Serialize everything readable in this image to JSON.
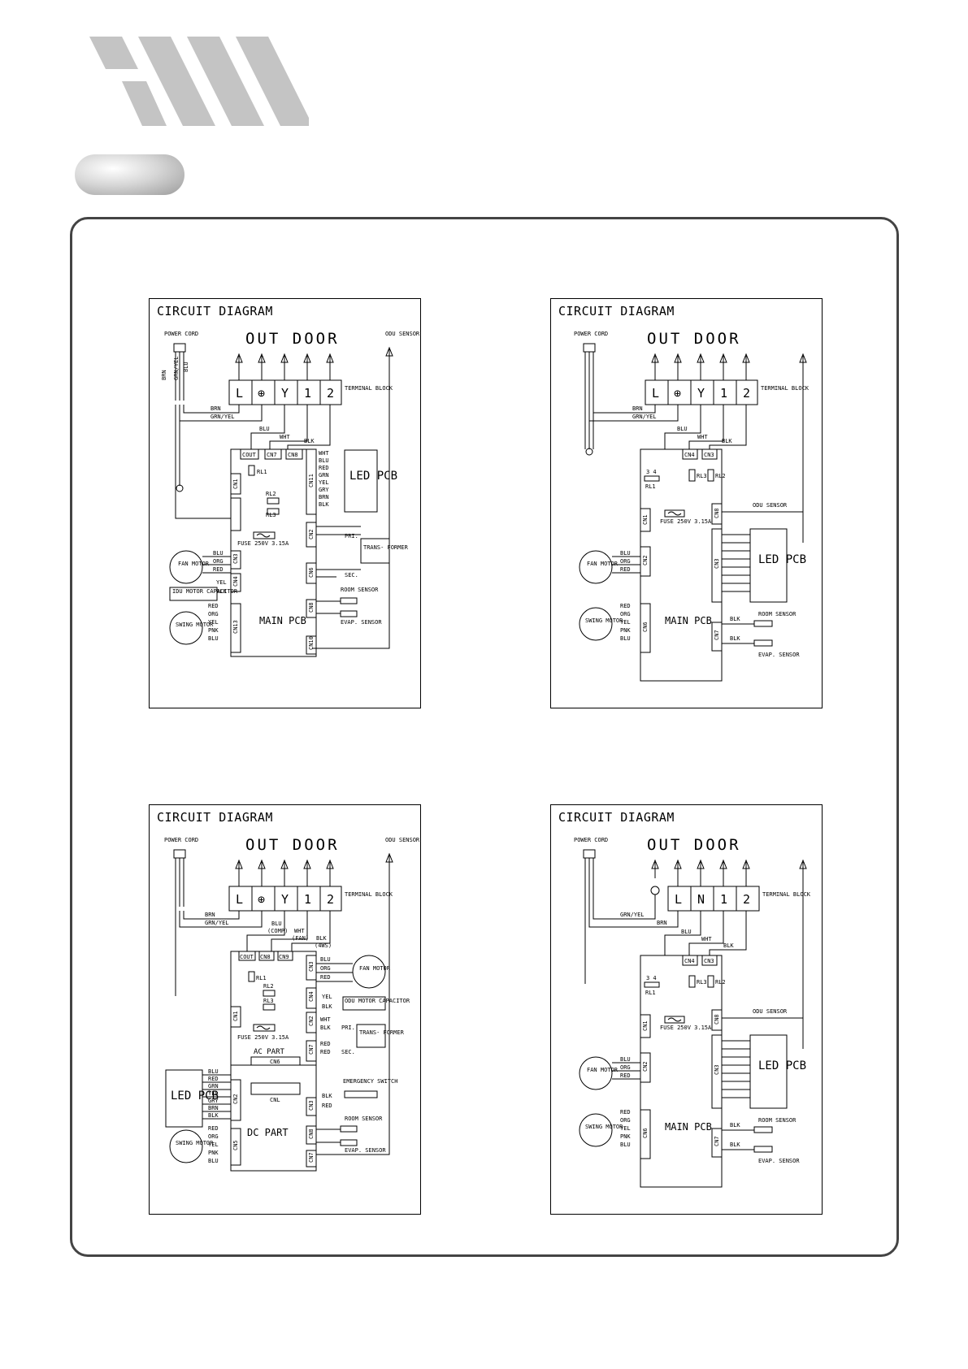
{
  "page": {
    "footer": ""
  },
  "diagrams": [
    {
      "title": "CIRCUIT DIAGRAM",
      "outdoor": "OUT DOOR",
      "power_cord": "POWER CORD",
      "odu_sensor": "ODU SENSOR",
      "terminals": [
        "L",
        "⊕",
        "Y",
        "1",
        "2"
      ],
      "terminal_block": "TERMINAL BLOCK",
      "wires": [
        "BRN",
        "GRN/YEL",
        "BLU",
        "WHT",
        "BLK"
      ],
      "connectors": [
        "COUT",
        "CN7",
        "CN8",
        "CN11",
        "CN1",
        "CN2",
        "CN3",
        "CN4",
        "CN6",
        "CN8",
        "CN10",
        "CN13"
      ],
      "relays": [
        "RL1",
        "RL2",
        "RL3"
      ],
      "fuse": "FUSE 250V 3.15A",
      "led_pcb": "LED PCB",
      "led_wires": [
        "WHT",
        "BLU",
        "RED",
        "GRN",
        "YEL",
        "GRY",
        "BRN",
        "BLK"
      ],
      "transformer": "TRANS- FORMER",
      "pri": "PRI.",
      "sec": "SEC.",
      "fan_motor": "FAN MOTOR",
      "fan_wires": [
        "BLU",
        "ORG",
        "RED"
      ],
      "idu_motor_capacitor": "IDU MOTOR CAPACITOR",
      "cap_wires": [
        "YEL",
        "BLK"
      ],
      "swing_motor": "SWING MOTOR",
      "swing_wires": [
        "RED",
        "ORG",
        "YEL",
        "PNK",
        "BLU"
      ],
      "main_pcb": "MAIN PCB",
      "room_sensor": "ROOM SENSOR",
      "evap_sensor": "EVAP. SENSOR"
    },
    {
      "title": "CIRCUIT DIAGRAM",
      "outdoor": "OUT DOOR",
      "power_cord": "POWER CORD",
      "terminals": [
        "L",
        "⊕",
        "Y",
        "1",
        "2"
      ],
      "terminal_block": "TERMINAL BLOCK",
      "wires": [
        "BRN",
        "GRN/YEL",
        "BLU",
        "WHT",
        "BLK"
      ],
      "connectors": [
        "CN4",
        "CN3",
        "CN1",
        "CN8",
        "CN2",
        "CN3",
        "CN6",
        "CN7"
      ],
      "relays": [
        "RL1",
        "RL2",
        "RL3"
      ],
      "relay_pins": "3 4",
      "fuse": "FUSE 250V 3.15A",
      "odu_sensor": "ODU SENSOR",
      "led_pcb": "LED PCB",
      "fan_motor": "FAN MOTOR",
      "fan_wires": [
        "BLU",
        "ORG",
        "RED"
      ],
      "swing_motor": "SWING MOTOR",
      "swing_wires": [
        "RED",
        "ORG",
        "YEL",
        "PNK",
        "BLU"
      ],
      "main_pcb": "MAIN PCB",
      "room_sensor": "ROOM SENSOR",
      "evap_sensor": "EVAP. SENSOR",
      "sensor_wires": [
        "BLK",
        "BLK"
      ]
    },
    {
      "title": "CIRCUIT DIAGRAM",
      "outdoor": "OUT DOOR",
      "power_cord": "POWER CORD",
      "odu_sensor": "ODU SENSOR",
      "terminals": [
        "L",
        "⊕",
        "Y",
        "1",
        "2"
      ],
      "terminal_block": "TERMINAL BLOCK",
      "wires": [
        "BRN",
        "GRN/YEL",
        "BLU",
        "(COMP)",
        "WHT",
        "(FAN)",
        "BLK",
        "(4WS)"
      ],
      "connectors": [
        "COUT",
        "CN8",
        "CN9",
        "CN3",
        "CN4",
        "CN2",
        "CN7",
        "CN1",
        "CN6",
        "CNL",
        "CN2",
        "CN3",
        "CN8",
        "CN7",
        "CN5"
      ],
      "relays": [
        "RL1",
        "RL2",
        "RL3"
      ],
      "fuse": "FUSE 250V 3.15A",
      "fan_motor": "FAN MOTOR",
      "fan_wires": [
        "BLU",
        "ORG",
        "RED"
      ],
      "odu_motor_capacitor": "ODU MOTOR CAPACITOR",
      "cap_wires": [
        "YEL",
        "BLK"
      ],
      "transformer": "TRANS- FORMER",
      "tr_wires": [
        "WHT",
        "BLK",
        "RED",
        "RED"
      ],
      "pri": "PRI.",
      "sec": "SEC.",
      "ac_part": "AC PART",
      "dc_part": "DC PART",
      "led_pcb": "LED PCB",
      "led_wires": [
        "BLU",
        "RED",
        "GRN",
        "YEL",
        "GRY",
        "BRN",
        "BLK"
      ],
      "emergency_switch": "EMERGENCY SWITCH",
      "sw_wires": [
        "BLK",
        "RED"
      ],
      "swing_motor": "SWING MOTOR",
      "swing_wires": [
        "RED",
        "ORG",
        "YEL",
        "PNK",
        "BLU"
      ],
      "room_sensor": "ROOM SENSOR",
      "evap_sensor": "EVAP. SENSOR"
    },
    {
      "title": "CIRCUIT DIAGRAM",
      "outdoor": "OUT DOOR",
      "power_cord": "POWER CORD",
      "terminals": [
        "L",
        "N",
        "1",
        "2"
      ],
      "terminal_block": "TERMINAL BLOCK",
      "wires": [
        "GRN/YEL",
        "BRN",
        "BLU",
        "WHT",
        "BLK"
      ],
      "connectors": [
        "CN4",
        "CN3",
        "CN1",
        "CN8",
        "CN2",
        "CN3",
        "CN6",
        "CN7"
      ],
      "relays": [
        "RL1",
        "RL2",
        "RL3"
      ],
      "relay_pins": "3 4",
      "fuse": "FUSE 250V 3.15A",
      "odu_sensor": "ODU SENSOR",
      "led_pcb": "LED PCB",
      "fan_motor": "FAN MOTOR",
      "fan_wires": [
        "BLU",
        "ORG",
        "RED"
      ],
      "swing_motor": "SWING MOTOR",
      "swing_wires": [
        "RED",
        "ORG",
        "YEL",
        "PNK",
        "BLU"
      ],
      "main_pcb": "MAIN PCB",
      "room_sensor": "ROOM SENSOR",
      "evap_sensor": "EVAP. SENSOR",
      "sensor_wires": [
        "BLK",
        "BLK"
      ]
    }
  ]
}
